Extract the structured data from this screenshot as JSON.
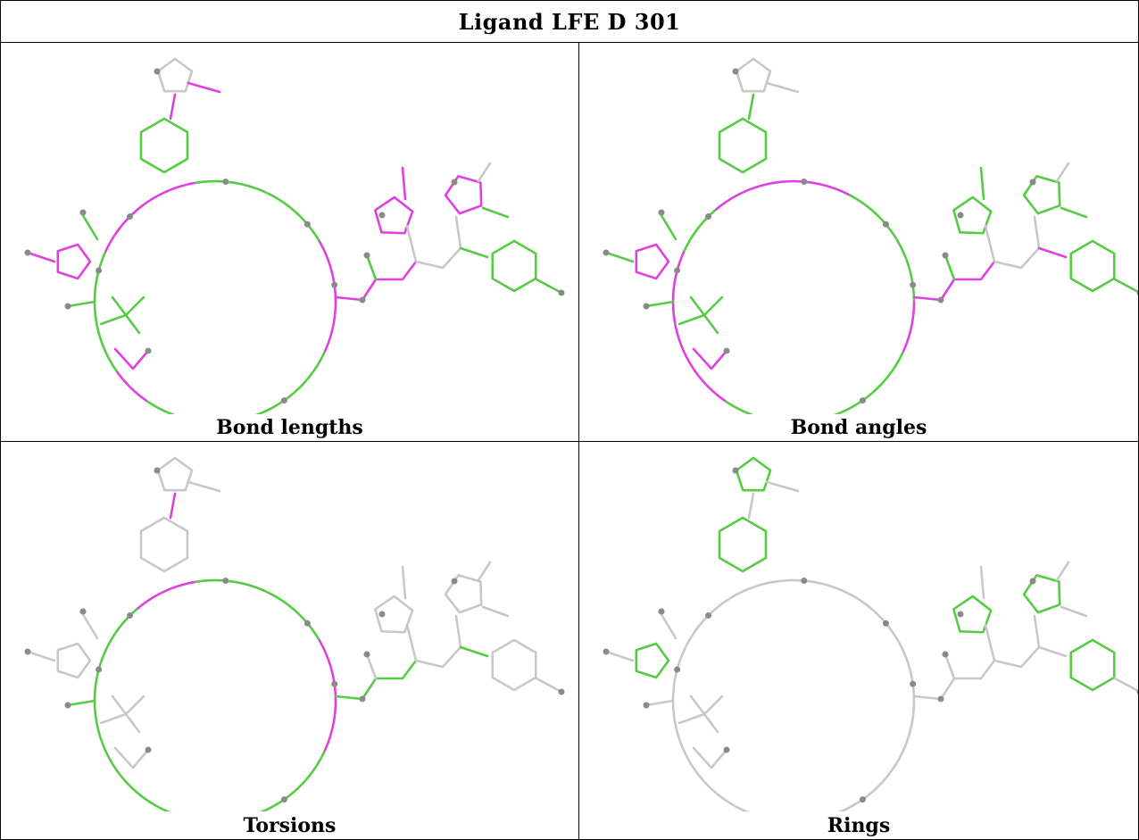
{
  "title": "Ligand LFE D 301",
  "colors": {
    "plain": "#c8c8c8",
    "ok": "#55cc44",
    "outlier": "#e040e0",
    "atom": "#8a8a8a"
  },
  "panels": [
    {
      "id": "bond-lengths",
      "caption": "Bond lengths"
    },
    {
      "id": "bond-angles",
      "caption": "Bond angles"
    },
    {
      "id": "torsions",
      "caption": "Torsions"
    },
    {
      "id": "rings",
      "caption": "Rings"
    }
  ]
}
